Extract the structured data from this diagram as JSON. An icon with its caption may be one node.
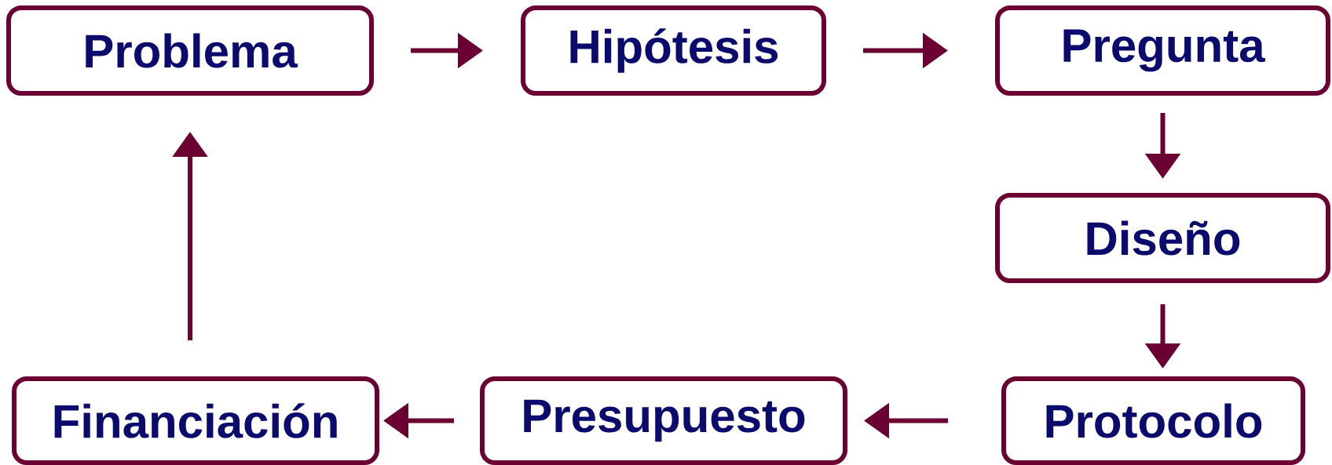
{
  "diagram": {
    "nodes": [
      {
        "text": [
          "Problema"
        ]
      },
      {
        "text": [
          "Hipótesis"
        ]
      },
      {
        "text": [
          "Pregunta"
        ]
      },
      {
        "text": [
          "Diseño"
        ]
      },
      {
        "text": [
          "Protocolo"
        ]
      },
      {
        "text": [
          "Presupuesto"
        ]
      },
      {
        "text": [
          "Financiación"
        ]
      }
    ],
    "edges": [
      {
        "from": 0,
        "to": 1,
        "arrow": "to"
      },
      {
        "from": 1,
        "to": 2,
        "arrow": "to"
      },
      {
        "from": 2,
        "to": 3,
        "arrow": "to"
      },
      {
        "from": 3,
        "to": 4,
        "arrow": "to"
      },
      {
        "from": 4,
        "to": 5,
        "arrow": "to"
      },
      {
        "from": 5,
        "to": 6,
        "arrow": "to"
      },
      {
        "from": 6,
        "to": 0,
        "arrow": "to"
      }
    ]
  }
}
